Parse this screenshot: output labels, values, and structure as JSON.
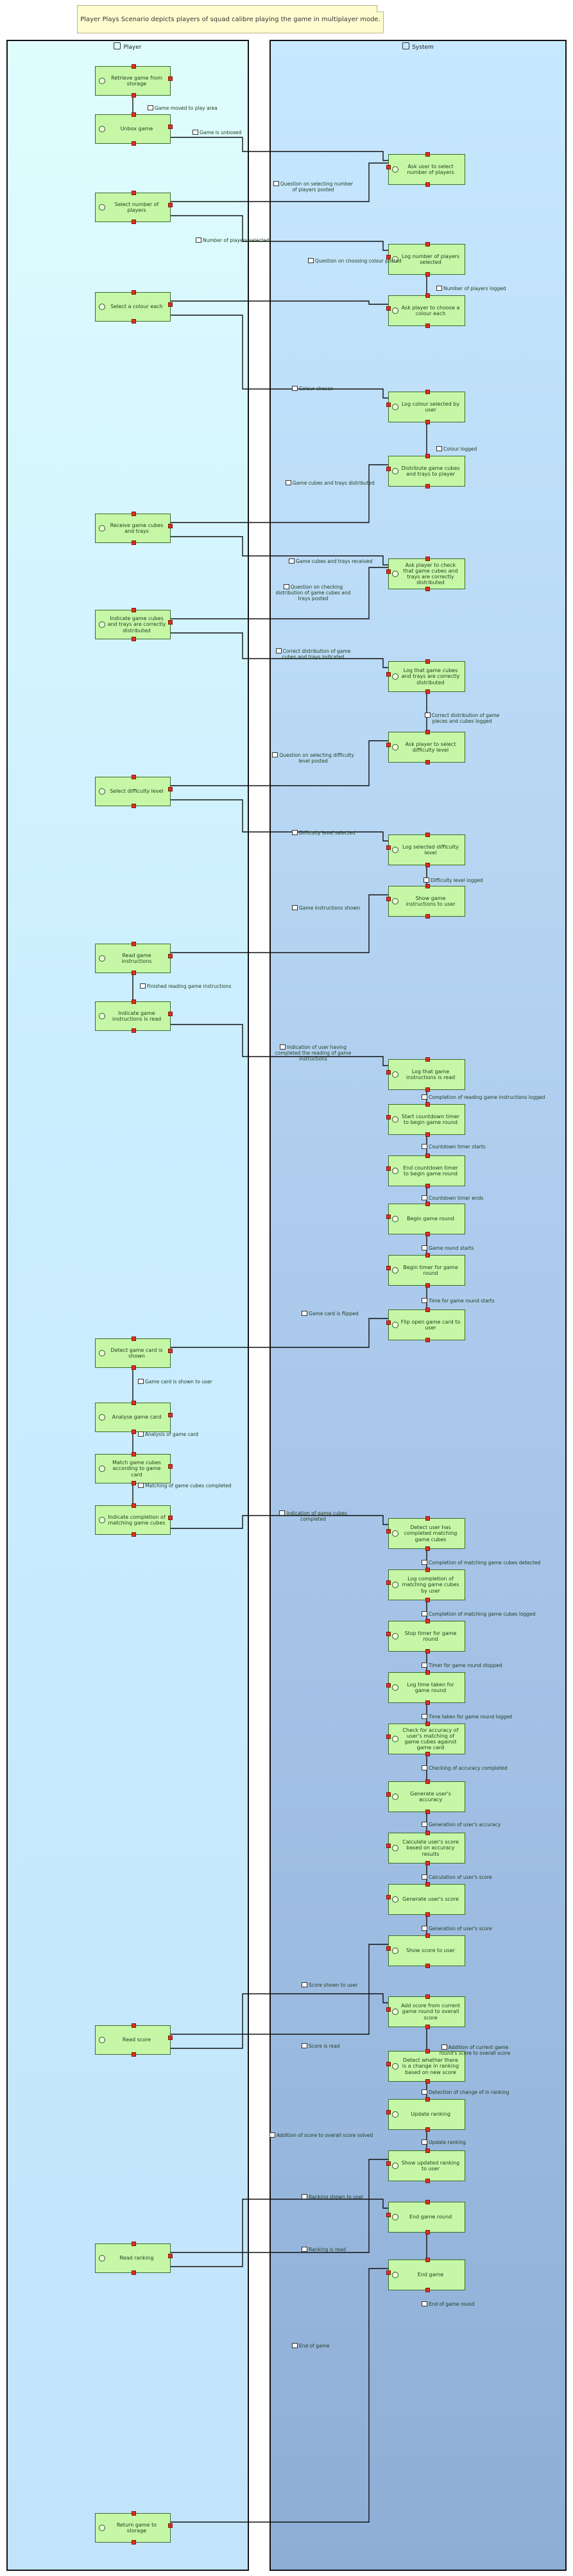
{
  "note": "Player Plays Scenario depicts players of squad calibre playing the game in multiplayer mode.",
  "lanes": {
    "player": "Player",
    "system": "System"
  },
  "player_steps": [
    "Retrieve game from storage",
    "Unbox game",
    "Select number of players",
    "Select a colour each",
    "Receive game cubes and trays",
    "Indicate game cubes and trays are correctly distributed",
    "Select difficulty level",
    "Read game instructions",
    "Indicate game instructions is read",
    "Detect game card is shown",
    "Analyse game card",
    "Match game cubes according to game card",
    "Indicate completion of matching game cubes",
    "Read score",
    "Read ranking",
    "Return game to storage"
  ],
  "system_steps": [
    "Ask user to select number of players",
    "Log number of players selected",
    "Ask player to choose a colour each",
    "Log colour selected by user",
    "Distribute game cubes and trays to player",
    "Ask player to check that game cubes and trays are correctly distributed",
    "Log that game cubes and trays are correctly distributed",
    "Ask player to select difficulty level",
    "Log selected difficulty level",
    "Show game instructions to user",
    "Log that game instructions is read",
    "Start countdown timer to begin game round",
    "End countdown timer to begin game round",
    "Begin game round",
    "Begin timer for game round",
    "Flip open game card to user",
    "Detect user has completed matching game cubes",
    "Log completion of matching game cubes by user",
    "Stop timer for game round",
    "Log time taken for game round",
    "Check for accuracy of user's matching of game cubes against game card",
    "Generate user's accuracy",
    "Calculate user's score based on accuracy results",
    "Generate user's score",
    "Show score to user",
    "Add score from current game round to overall score",
    "Detect whether there is a change in ranking based on new score",
    "Update ranking",
    "Show updated ranking to user",
    "End game round",
    "End game"
  ],
  "flow_labels": [
    "Game moved to play area",
    "Game is unboxed",
    "Question on selecting number of players posted",
    "Number of players selected",
    "Number of players logged",
    "Question on choosing colour posted",
    "Colour chosen",
    "Colour logged",
    "Game cubes and trays distributed",
    "Game cubes and trays received",
    "Question on checking distribution of game cubes and trays posted",
    "Correct distribution of game cubes and trays indicated",
    "Correct distribution of game pieces and cubes logged",
    "Question on selecting difficulty level posted",
    "Difficulty level selected",
    "Difficulty level logged",
    "Game instructions shown",
    "Finished reading game instructions",
    "Indication of user having completed the reading of game instructions",
    "Completion of reading game instructions logged",
    "Countdown timer starts",
    "Countdown timer ends",
    "Game round starts",
    "Time for game round starts",
    "Game card is flipped",
    "Game card is shown to user",
    "Analysis of game card",
    "Matching of game cubes completed",
    "Indication of game cubes completed",
    "Completion of matching game cubes detected",
    "Completion of matching game cubes logged",
    "Timer for game round stopped",
    "Time taken for game round logged",
    "Checking of accuracy completed",
    "Generation of user's accuracy",
    "Calculation of user's score",
    "Generation of user's score",
    "Score shown to user",
    "Score is read",
    "Addition of current game round's score to overall score",
    "Detection of change of in ranking",
    "Update ranking",
    "Addition of score to overall score solved",
    "Ranking shown to user",
    "Ranking is read",
    "End of game round",
    "End of game"
  ]
}
